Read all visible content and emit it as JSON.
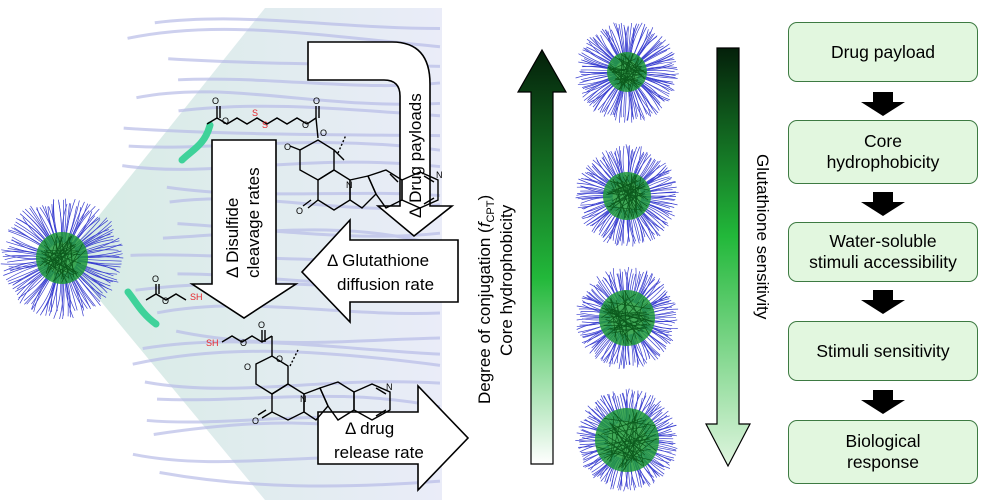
{
  "arrows": {
    "drug_payloads": "Δ Drug payloads",
    "disulfide_line1": "Δ Disulfide",
    "disulfide_line2": "cleavage rates",
    "glutathione_line1": "Δ Glutathione",
    "glutathione_line2": "diffusion rate",
    "release_line1": "Δ drug",
    "release_line2": "release rate"
  },
  "atoms": {
    "oxygen": "O",
    "nitrogen": "N",
    "sulfur": "S",
    "thiol": "SH"
  },
  "axis_labels": {
    "conjugation_prefix": "Degree of conjugation (",
    "conjugation_f": "f",
    "conjugation_sub": "CPT",
    "conjugation_suffix": ")",
    "core_hydrophobicity": "Core hydrophobicity",
    "glutathione_sensitivity": "Glutathione sensitivity"
  },
  "flow_steps": [
    "Drug payload",
    "Core\nhydrophobicity",
    "Water-soluble\nstimuli accessibility",
    "Stimuli sensitivity",
    "Biological\nresponse"
  ],
  "colors": {
    "shell_blue": "#3a3fd0",
    "core_green": "#1f9a3a",
    "box_fill": "#e2f7df",
    "box_border": "#3d7a42",
    "polymer_teal": "#3fd29a",
    "sulfur_red": "#e8262b"
  }
}
